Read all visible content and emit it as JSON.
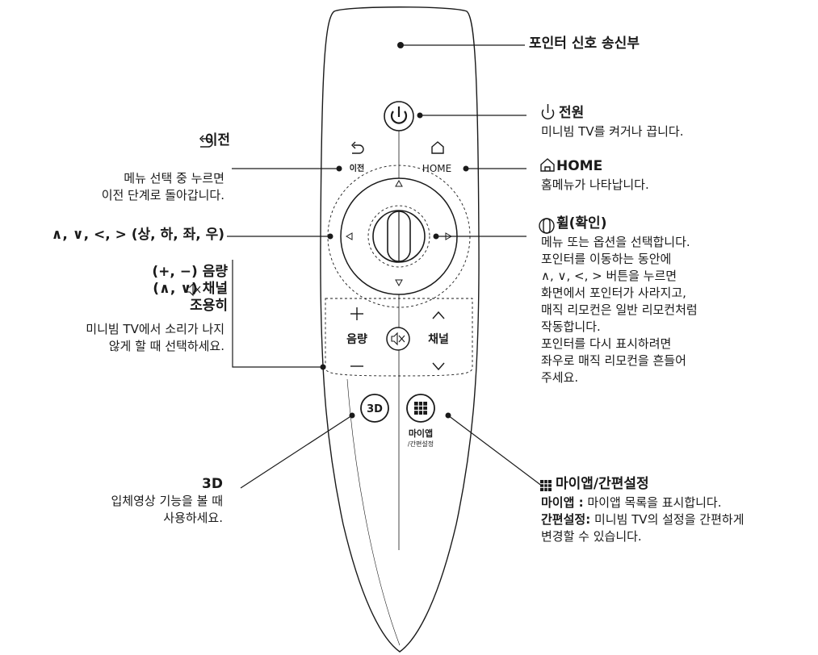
{
  "remote": {
    "back_icon_label": "이전",
    "home_icon_label": "HOME",
    "volume_label": "음량",
    "channel_label": "채널",
    "btn_3d_label": "3D",
    "myapp_label": "마이앱",
    "myapp_sub_label": "/간편설정",
    "plus_symbol": "+",
    "minus_symbol": "—",
    "ch_up_symbol": "∧",
    "ch_down_symbol": "∨"
  },
  "callouts": {
    "pointer": {
      "title": "포인터 신호 송신부"
    },
    "power": {
      "title": "전원",
      "desc": [
        "미니빔 TV를 켜거나 끕니다."
      ]
    },
    "home": {
      "title": "HOME",
      "desc": [
        "홈메뉴가 나타납니다."
      ]
    },
    "wheel": {
      "title": "휠(확인)",
      "desc": [
        "메뉴 또는 옵션을 선택합니다.",
        "포인터를 이동하는 동안에",
        "∧, ∨, <, > 버튼을 누르면",
        "화면에서 포인터가 사라지고,",
        "매직 리모컨은 일반 리모컨처럼",
        "작동합니다.",
        "포인터를 다시 표시하려면",
        "좌우로 매직 리모컨을 흔들어",
        "주세요."
      ]
    },
    "myapp": {
      "title": "마이앱/간편설정",
      "items": [
        {
          "term": "마이앱 :",
          "text": " 마이앱 목록을 표시합니다."
        },
        {
          "term": "간편설정:",
          "text": " 미니빔 TV의 설정을 간편하게"
        }
      ],
      "desc_tail": "변경할 수 있습니다."
    },
    "back": {
      "title": "이전",
      "desc": [
        "메뉴 선택 중 누르면",
        "이전 단계로 돌아갑니다."
      ]
    },
    "arrows": {
      "title": "∧, ∨, <, > (상, 하, 좌, 우)"
    },
    "volume": {
      "line1": "(+, −) 음량",
      "line2": "(∧, ∨) 채널",
      "line3": "조용히",
      "desc": [
        "미니빔 TV에서 소리가 나지",
        "않게 할 때 선택하세요."
      ]
    },
    "three_d": {
      "title": "3D",
      "desc": [
        "입체영상 기능을 볼 때",
        "사용하세요."
      ]
    }
  },
  "colors": {
    "ink": "#1a1a1a",
    "body_fill": "#ffffff"
  }
}
